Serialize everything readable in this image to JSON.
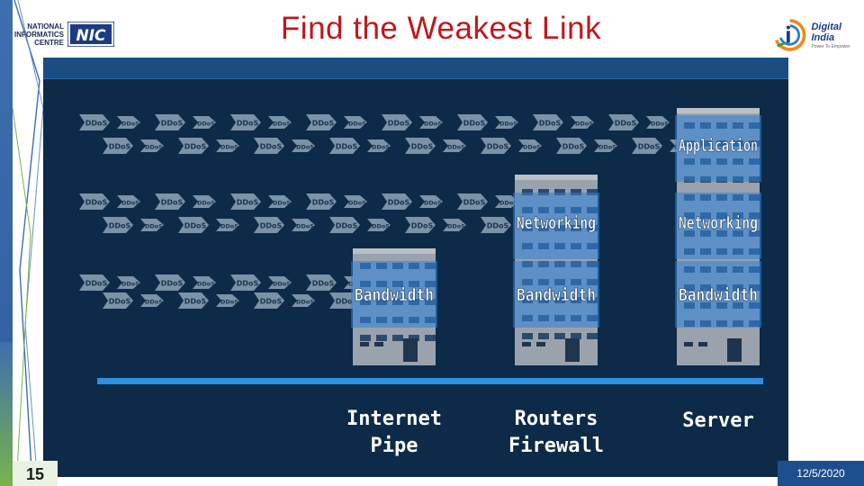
{
  "slide": {
    "title": "Find the Weakest Link",
    "page_number": "15",
    "date": "12/5/2020"
  },
  "logos": {
    "nic": {
      "lines": [
        "NATIONAL",
        "INFORMATICS",
        "CENTRE"
      ],
      "mark": "NIC"
    },
    "digital_india": {
      "brand": "Digital India",
      "tagline": "Power To Empower"
    }
  },
  "diagram": {
    "attack_label": "DDoS",
    "attack_color": "#8fa4b8",
    "building_color": "#9aa3ad",
    "highlight_color": "#2f82d8",
    "bar_color": "#2f8fe0",
    "layers": [
      "Application",
      "Networking",
      "Bandwidth"
    ],
    "columns": [
      {
        "name": "internet-pipe",
        "label_lines": [
          "Internet",
          "Pipe"
        ],
        "layers": [
          "Bandwidth"
        ]
      },
      {
        "name": "routers-firewall",
        "label_lines": [
          "Routers",
          "Firewall"
        ],
        "layers": [
          "Networking",
          "Bandwidth"
        ]
      },
      {
        "name": "server",
        "label_lines": [
          "Server"
        ],
        "layers": [
          "Application",
          "Networking",
          "Bandwidth"
        ]
      }
    ]
  }
}
